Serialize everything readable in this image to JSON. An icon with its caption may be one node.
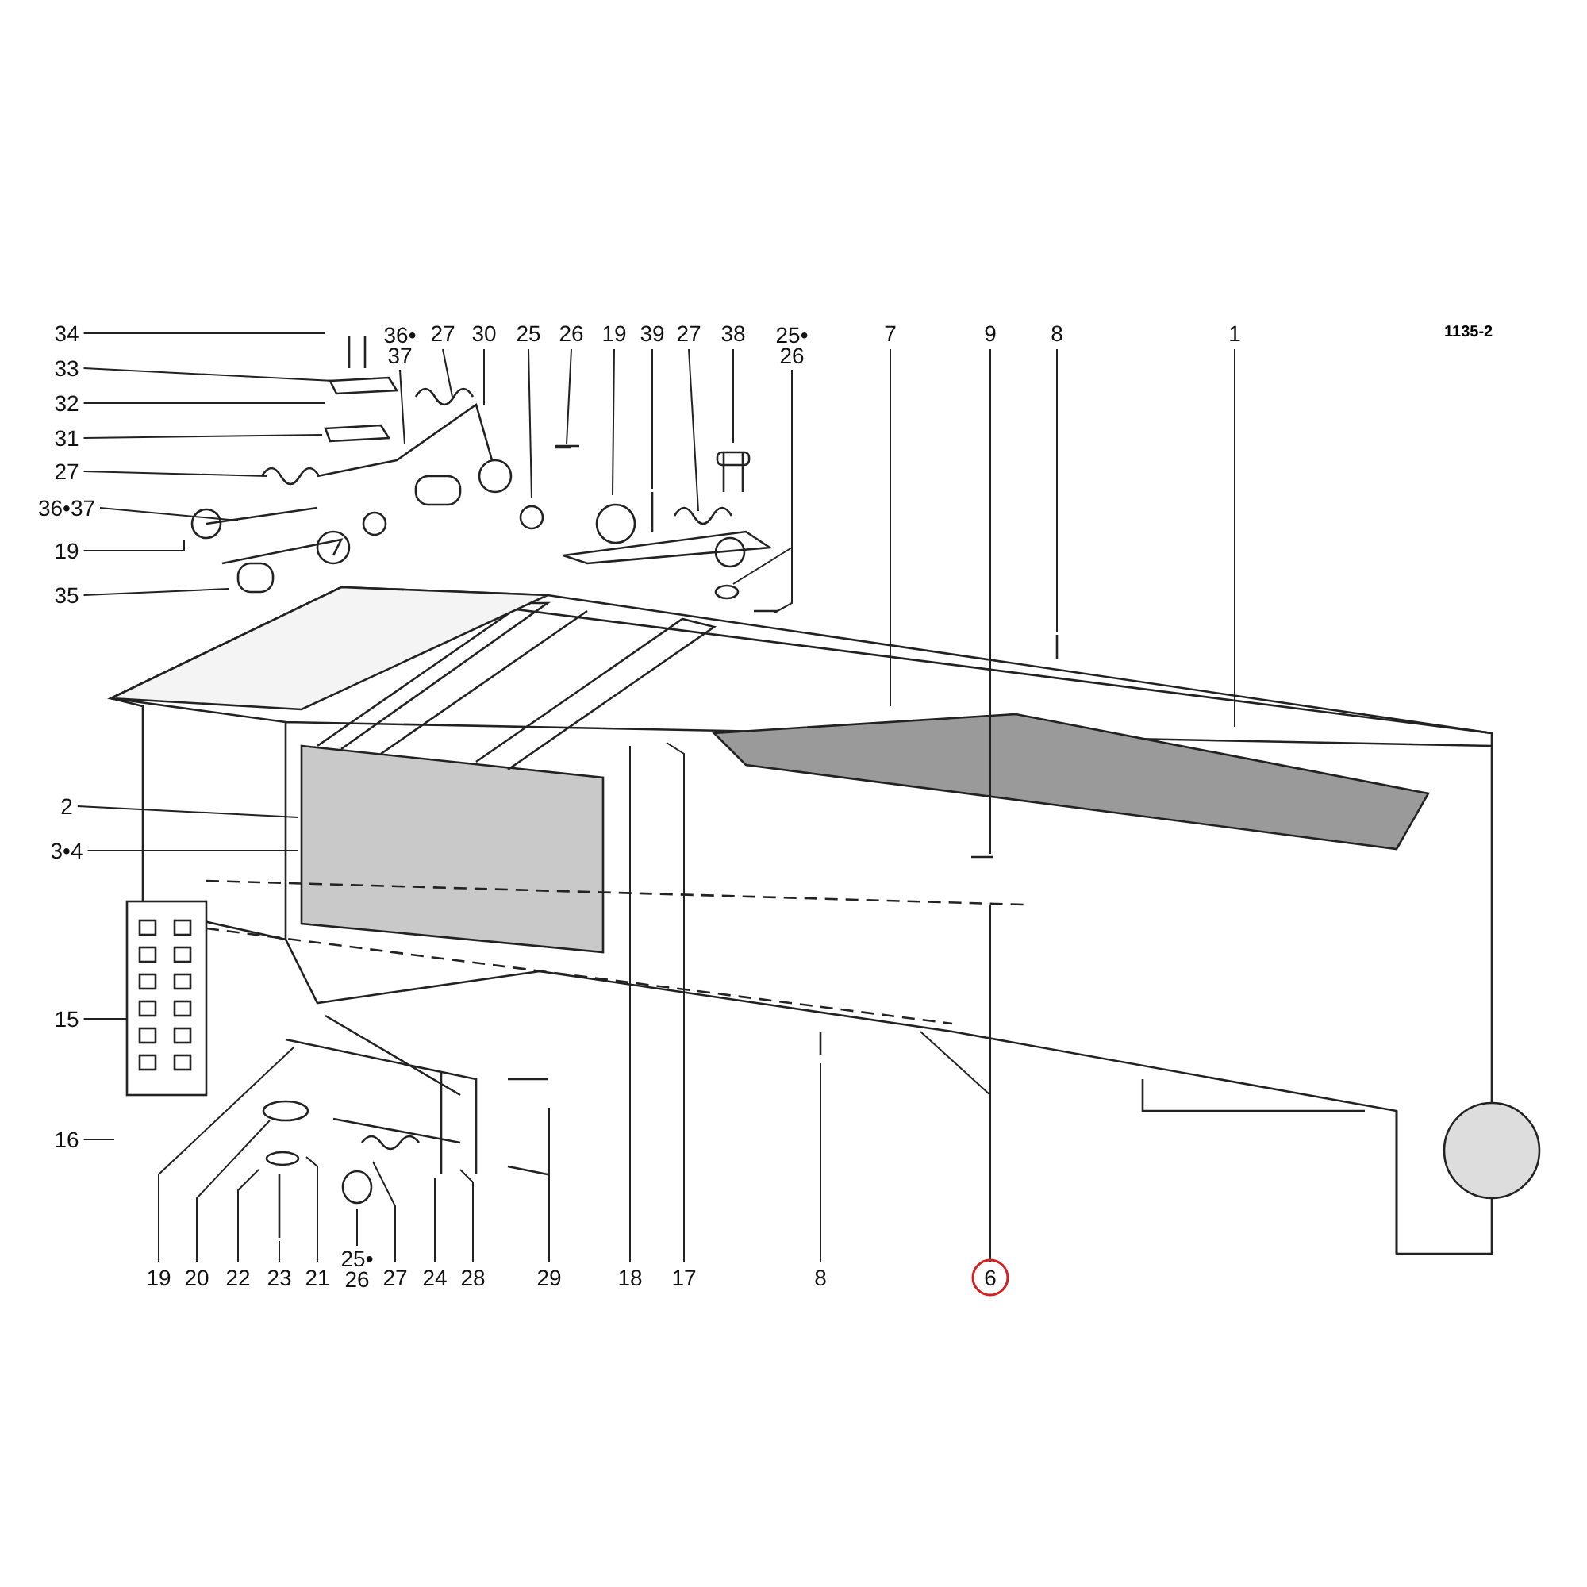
{
  "diagram": {
    "nodes": [
      {
        "text": [
          "34"
        ]
      },
      {
        "text": [
          "36•37"
        ]
      },
      {
        "text": [
          "27"
        ]
      },
      {
        "text": [
          "30"
        ]
      },
      {
        "text": [
          "25"
        ]
      },
      {
        "text": [
          "26"
        ]
      },
      {
        "text": [
          "19"
        ]
      },
      {
        "text": [
          "39"
        ]
      },
      {
        "text": [
          "27"
        ]
      },
      {
        "text": [
          "38"
        ]
      },
      {
        "text": [
          "25•26"
        ]
      },
      {
        "text": [
          "7"
        ]
      },
      {
        "text": [
          "9"
        ]
      },
      {
        "text": [
          "8"
        ]
      },
      {
        "text": [
          "1"
        ]
      },
      {
        "text": [
          "33"
        ]
      },
      {
        "text": [
          "32"
        ]
      },
      {
        "text": [
          "31"
        ]
      },
      {
        "text": [
          "27"
        ]
      },
      {
        "text": [
          "36•37"
        ]
      },
      {
        "text": [
          "19"
        ]
      },
      {
        "text": [
          "35"
        ]
      },
      {
        "text": [
          "2"
        ]
      },
      {
        "text": [
          "3•4"
        ]
      },
      {
        "text": [
          "15"
        ]
      },
      {
        "text": [
          "16"
        ]
      },
      {
        "text": [
          "19"
        ]
      },
      {
        "text": [
          "20"
        ]
      },
      {
        "text": [
          "22"
        ]
      },
      {
        "text": [
          "23"
        ]
      },
      {
        "text": [
          "21"
        ]
      },
      {
        "text": [
          "25•26"
        ]
      },
      {
        "text": [
          "27"
        ]
      },
      {
        "text": [
          "24"
        ]
      },
      {
        "text": [
          "28"
        ]
      },
      {
        "text": [
          "29"
        ]
      },
      {
        "text": [
          "18"
        ]
      },
      {
        "text": [
          "17"
        ]
      },
      {
        "text": [
          "8"
        ]
      },
      {
        "text": [
          "6"
        ]
      }
    ],
    "edges": [
      {
        "from": 0,
        "to": null,
        "arrow": "none"
      },
      {
        "from": 1,
        "to": null,
        "arrow": "none"
      },
      {
        "from": 2,
        "to": null,
        "arrow": "none"
      },
      {
        "from": 3,
        "to": null,
        "arrow": "none"
      },
      {
        "from": 4,
        "to": null,
        "arrow": "none"
      },
      {
        "from": 5,
        "to": null,
        "arrow": "none"
      },
      {
        "from": 6,
        "to": null,
        "arrow": "none"
      },
      {
        "from": 7,
        "to": null,
        "arrow": "none"
      },
      {
        "from": 8,
        "to": null,
        "arrow": "none"
      },
      {
        "from": 9,
        "to": null,
        "arrow": "none"
      },
      {
        "from": 10,
        "to": null,
        "arrow": "none"
      },
      {
        "from": 11,
        "to": null,
        "arrow": "none"
      },
      {
        "from": 12,
        "to": null,
        "arrow": "none"
      },
      {
        "from": 13,
        "to": null,
        "arrow": "none"
      },
      {
        "from": 14,
        "to": null,
        "arrow": "none"
      },
      {
        "from": 15,
        "to": null,
        "arrow": "none"
      },
      {
        "from": 16,
        "to": null,
        "arrow": "none"
      },
      {
        "from": 17,
        "to": null,
        "arrow": "none"
      },
      {
        "from": 18,
        "to": null,
        "arrow": "none"
      },
      {
        "from": 19,
        "to": null,
        "arrow": "none"
      },
      {
        "from": 20,
        "to": null,
        "arrow": "none"
      },
      {
        "from": 21,
        "to": null,
        "arrow": "none"
      },
      {
        "from": 22,
        "to": null,
        "arrow": "none"
      },
      {
        "from": 23,
        "to": null,
        "arrow": "none"
      },
      {
        "from": 24,
        "to": null,
        "arrow": "none"
      },
      {
        "from": 25,
        "to": null,
        "arrow": "none"
      },
      {
        "from": 26,
        "to": null,
        "arrow": "none"
      },
      {
        "from": 27,
        "to": null,
        "arrow": "none"
      },
      {
        "from": 28,
        "to": null,
        "arrow": "none"
      },
      {
        "from": 29,
        "to": null,
        "arrow": "none"
      },
      {
        "from": 30,
        "to": null,
        "arrow": "none"
      },
      {
        "from": 31,
        "to": null,
        "arrow": "none"
      },
      {
        "from": 32,
        "to": null,
        "arrow": "none"
      },
      {
        "from": 33,
        "to": null,
        "arrow": "none"
      },
      {
        "from": 34,
        "to": null,
        "arrow": "none"
      },
      {
        "from": 35,
        "to": null,
        "arrow": "none"
      },
      {
        "from": 36,
        "to": null,
        "arrow": "none"
      },
      {
        "from": 37,
        "to": null,
        "arrow": "none"
      },
      {
        "from": 38,
        "to": null,
        "arrow": "none"
      },
      {
        "from": 39,
        "to": null,
        "arrow": "none"
      }
    ],
    "labels": [
      "1135-2"
    ]
  }
}
